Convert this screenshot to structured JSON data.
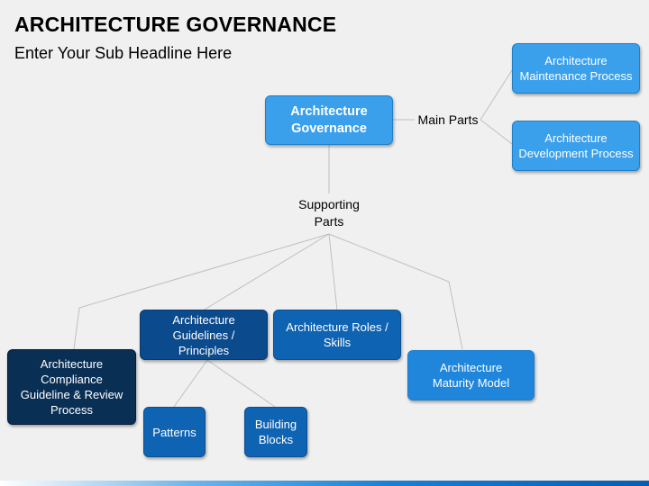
{
  "title": "ARCHITECTURE GOVERNANCE",
  "subtitle": "Enter Your Sub Headline Here",
  "nodes": {
    "governance": "Architecture\nGovernance",
    "maintenance": "Architecture\nMaintenance Process",
    "development": "Architecture\nDevelopment Process",
    "guidelines": "Architecture\nGuidelines /\nPrinciples",
    "roles": "Architecture Roles /\nSkills",
    "compliance": "Architecture\nCompliance\nGuideline & Review\nProcess",
    "maturity": "Architecture\nMaturity Model",
    "patterns": "Patterns",
    "building_blocks": "Building\nBlocks"
  },
  "labels": {
    "main_parts": "Main Parts",
    "supporting_parts": "Supporting\nParts"
  },
  "colors": {
    "light_blue": "#3aa0ec",
    "medium_blue": "#0f63b3",
    "dark_blue": "#0b4a8c",
    "navy": "#0a2f55",
    "connector": "#bfbfbf"
  }
}
